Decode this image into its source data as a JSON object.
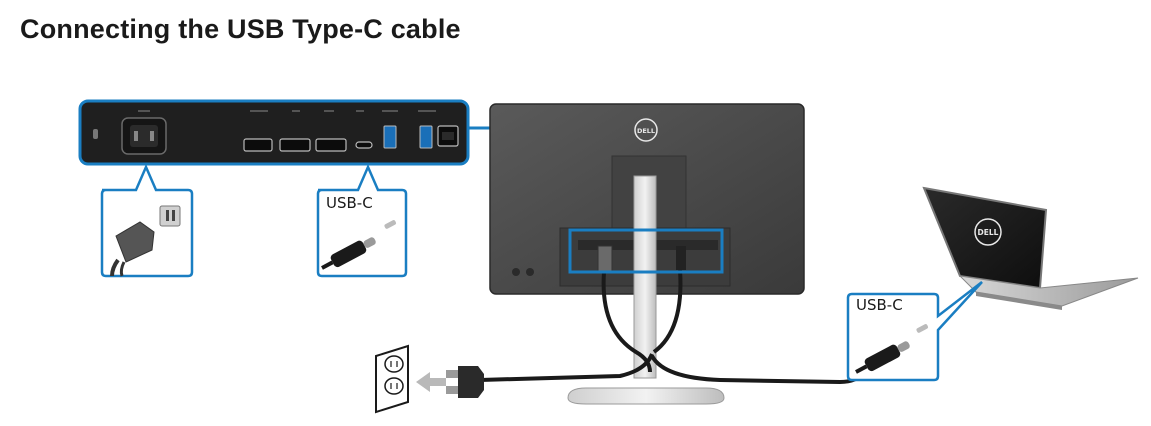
{
  "title": "Connecting the USB Type-C cable",
  "labels": {
    "monitor_usbc": "USB-C",
    "laptop_usbc": "USB-C"
  },
  "logos": {
    "monitor": "DELL",
    "laptop": "DELL"
  },
  "colors": {
    "callout_blue": "#1a7ec2",
    "monitor_body": "#4a4a4a",
    "panel_bg": "#1f1f1f"
  }
}
